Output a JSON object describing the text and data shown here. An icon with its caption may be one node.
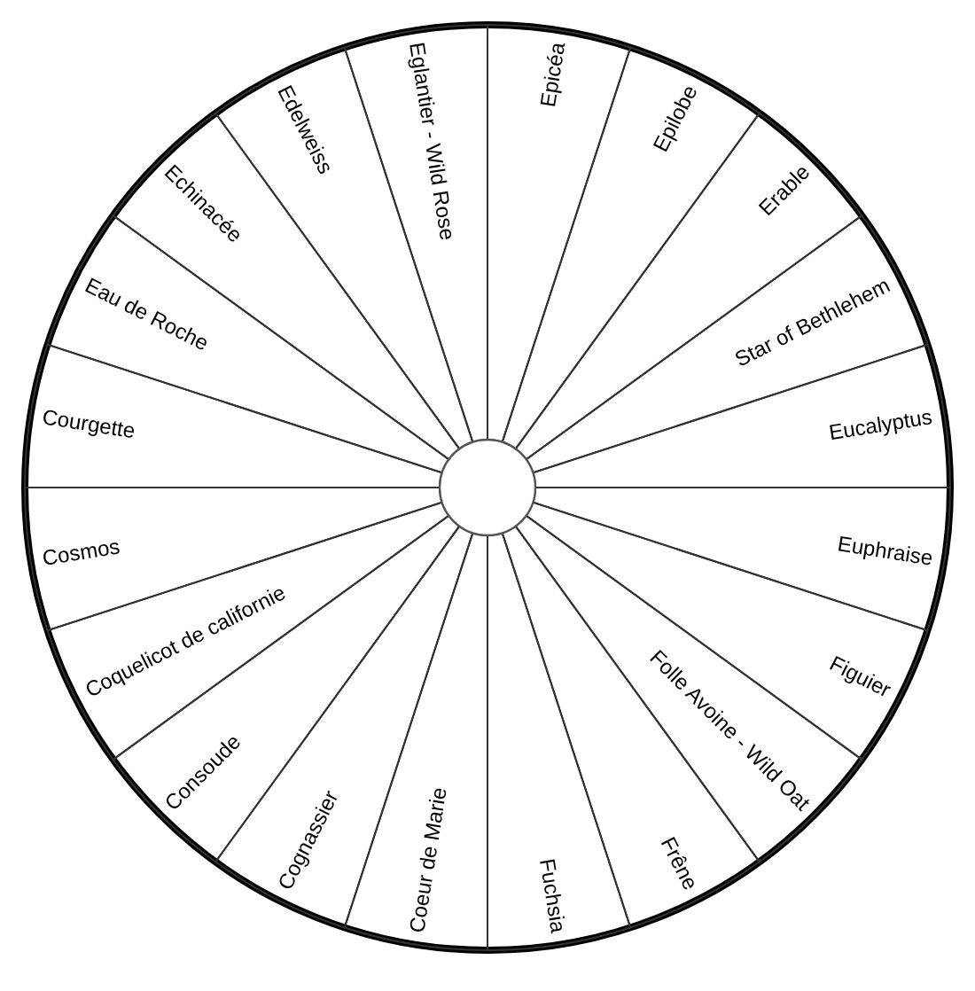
{
  "diagram": {
    "nodes": [
      {
        "text": [
          "Epicéa"
        ]
      },
      {
        "text": [
          "Epilobe"
        ]
      },
      {
        "text": [
          "Erable"
        ]
      },
      {
        "text": [
          "Star of Bethlehem"
        ]
      },
      {
        "text": [
          "Eucalyptus"
        ]
      },
      {
        "text": [
          "Euphraise"
        ]
      },
      {
        "text": [
          "Figuier"
        ]
      },
      {
        "text": [
          "Folle Avoine - Wild Oat"
        ]
      },
      {
        "text": [
          "Frêne"
        ]
      },
      {
        "text": [
          "Fuchsia"
        ]
      },
      {
        "text": [
          "Coeur de Marie"
        ]
      },
      {
        "text": [
          "Cognassier"
        ]
      },
      {
        "text": [
          "Consoude"
        ]
      },
      {
        "text": [
          "Coquelicot de californie"
        ]
      },
      {
        "text": [
          "Cosmos"
        ]
      },
      {
        "text": [
          "Courgette"
        ]
      },
      {
        "text": [
          "Eau de Roche"
        ]
      },
      {
        "text": [
          "Echinacée"
        ]
      },
      {
        "text": [
          "Edelweiss"
        ]
      },
      {
        "text": [
          "Eglantier - Wild Rose"
        ]
      }
    ]
  }
}
